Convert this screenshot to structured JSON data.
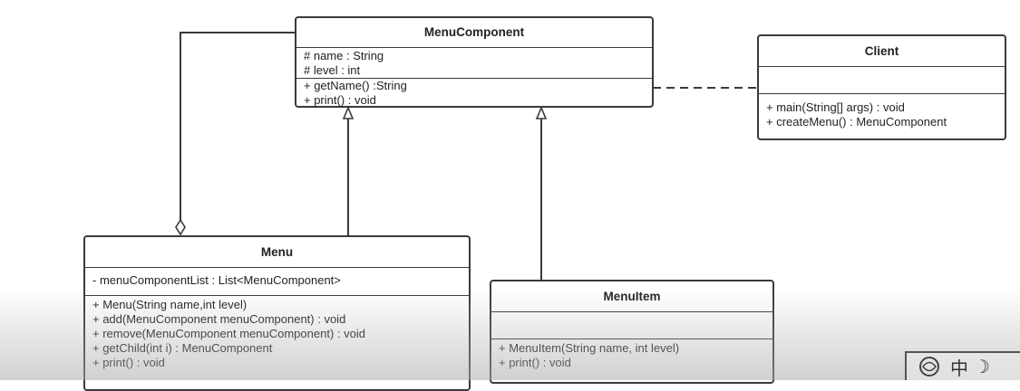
{
  "classes": {
    "menu_component": {
      "name": "MenuComponent",
      "attributes": [
        "# name : String",
        "# level : int"
      ],
      "operations": [
        "+ getName() :String",
        "+ print() : void"
      ]
    },
    "client": {
      "name": "Client",
      "attributes": [],
      "operations": [
        "+ main(String[] args) : void",
        "+ createMenu() : MenuComponent"
      ]
    },
    "menu": {
      "name": "Menu",
      "attributes": [
        "- menuComponentList : List<MenuComponent>"
      ],
      "operations": [
        "+ Menu(String name,int level)",
        "+ add(MenuComponent menuComponent) : void",
        "+ remove(MenuComponent menuComponent) : void",
        "+ getChild(int i) : MenuComponent",
        "+ print() : void"
      ]
    },
    "menu_item": {
      "name": "MenuItem",
      "attributes": [],
      "operations": [
        "+ MenuItem(String name, int level)",
        "+ print() : void"
      ]
    }
  },
  "relations": [
    {
      "type": "aggregation",
      "from": "Menu",
      "to": "MenuComponent"
    },
    {
      "type": "generalization",
      "from": "Menu",
      "to": "MenuComponent"
    },
    {
      "type": "generalization",
      "from": "MenuItem",
      "to": "MenuComponent"
    },
    {
      "type": "dependency",
      "from": "Client",
      "to": "MenuComponent"
    }
  ],
  "watermark": {
    "glyphs": [
      "中",
      "☽"
    ],
    "icon": "logo-icon"
  }
}
